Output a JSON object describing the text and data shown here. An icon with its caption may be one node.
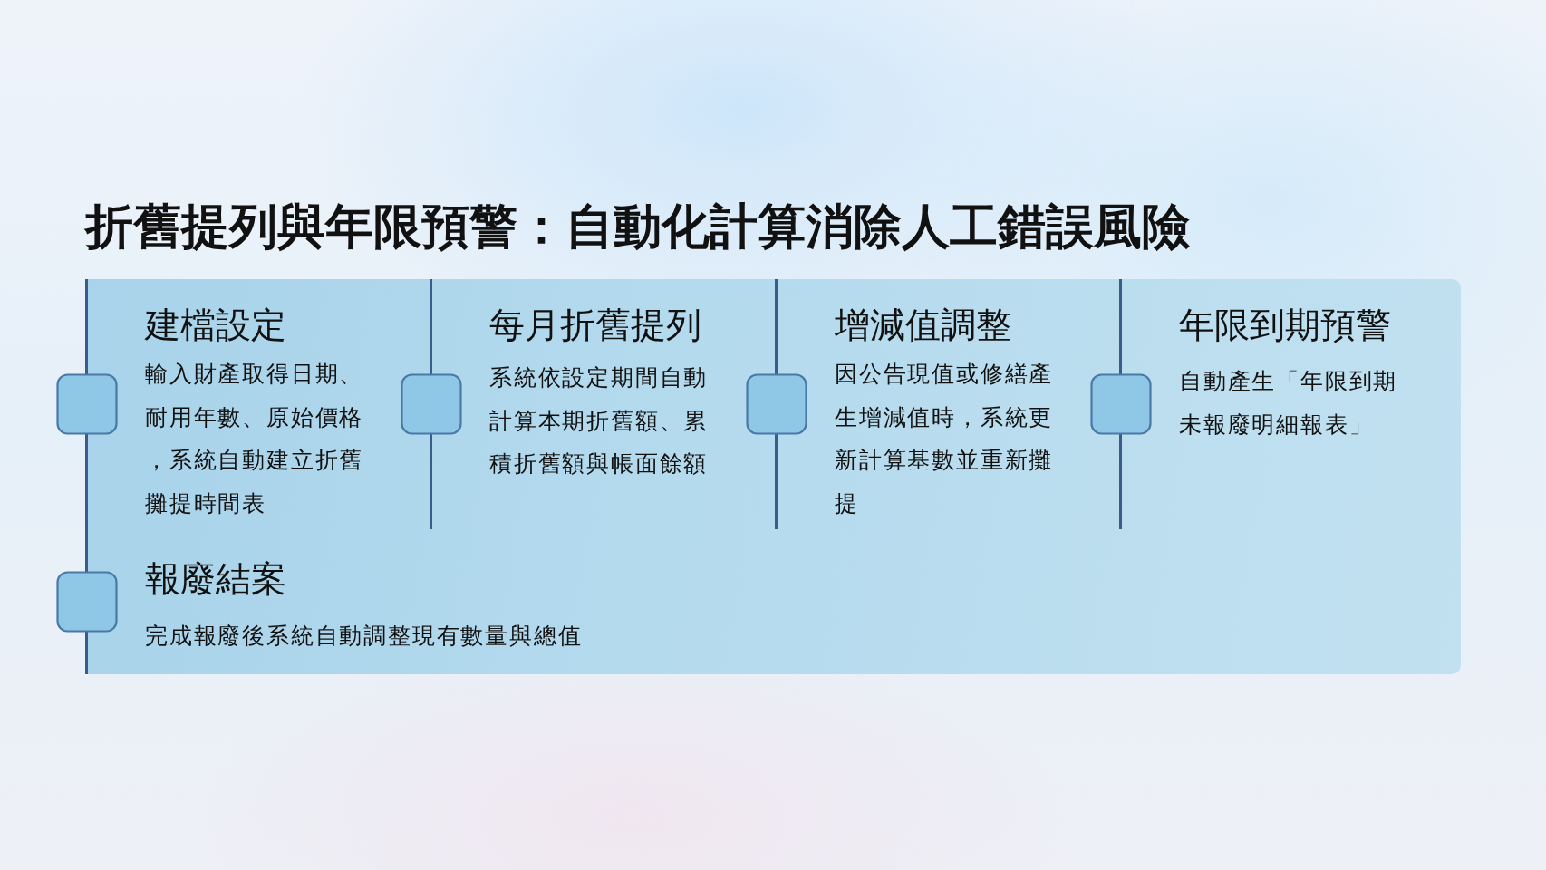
{
  "diagram": {
    "title": "折舊提列與年限預警：自動化計算消除人工錯誤風險",
    "nodes": [
      {
        "text": [],
        "shape": "box"
      },
      {
        "text": [
          "建檔設定",
          "輸入財產取得日期、耐用年數、原始價格，系統自動建立折舊攤提時間表"
        ],
        "in": 0
      },
      {
        "text": [
          "每月折舊提列",
          "系統依設定期間自動計算本期折舊額、累積折舊額與帳面餘額"
        ],
        "in": 0
      },
      {
        "text": [
          "增減值調整",
          "因公告現值或修繕產生增減值時，系統更新計算基數並重新攤提"
        ],
        "in": 0
      },
      {
        "text": [
          "年限到期預警",
          "自動產生「年限到期未報廢明細報表」"
        ],
        "in": 0
      },
      {
        "text": [
          "報廢結案",
          "完成報廢後系統自動調整現有數量與總值"
        ],
        "in": 0
      }
    ]
  }
}
